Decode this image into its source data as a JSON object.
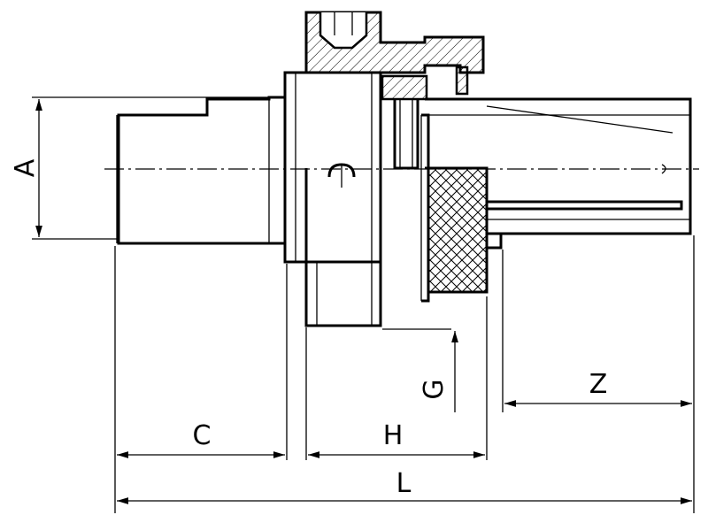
{
  "dimensions": {
    "A": "A",
    "C": "C",
    "H": "H",
    "L": "L",
    "G": "G",
    "Z": "Z"
  }
}
